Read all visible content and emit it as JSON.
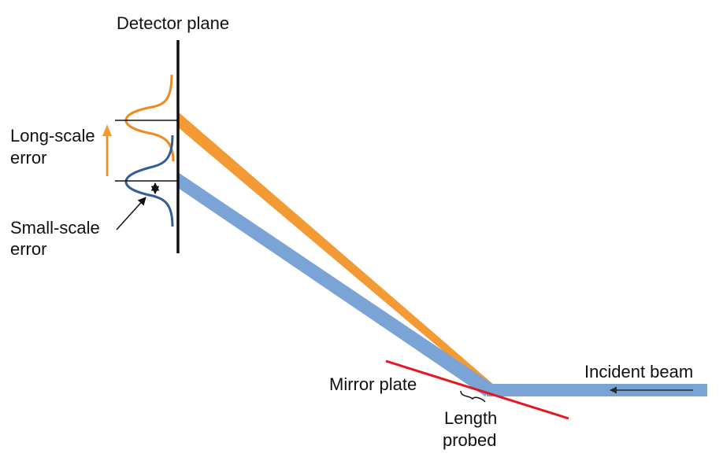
{
  "labels": {
    "detector_plane": "Detector plane",
    "long_scale_error": [
      "Long-scale",
      "error"
    ],
    "small_scale_error": [
      "Small-scale",
      "error"
    ],
    "mirror_plate": "Mirror plate",
    "length_probed": [
      "Length",
      "probed"
    ],
    "incident_beam": "Incident beam"
  },
  "colors": {
    "blue_beam": "#7aa3d6",
    "orange_beam": "#f39a35",
    "blue_profile": "#2f5e9a",
    "orange_profile": "#f08a1f",
    "mirror": "#e8141e",
    "detector": "#111111",
    "arrow": "#2a2a2a"
  }
}
